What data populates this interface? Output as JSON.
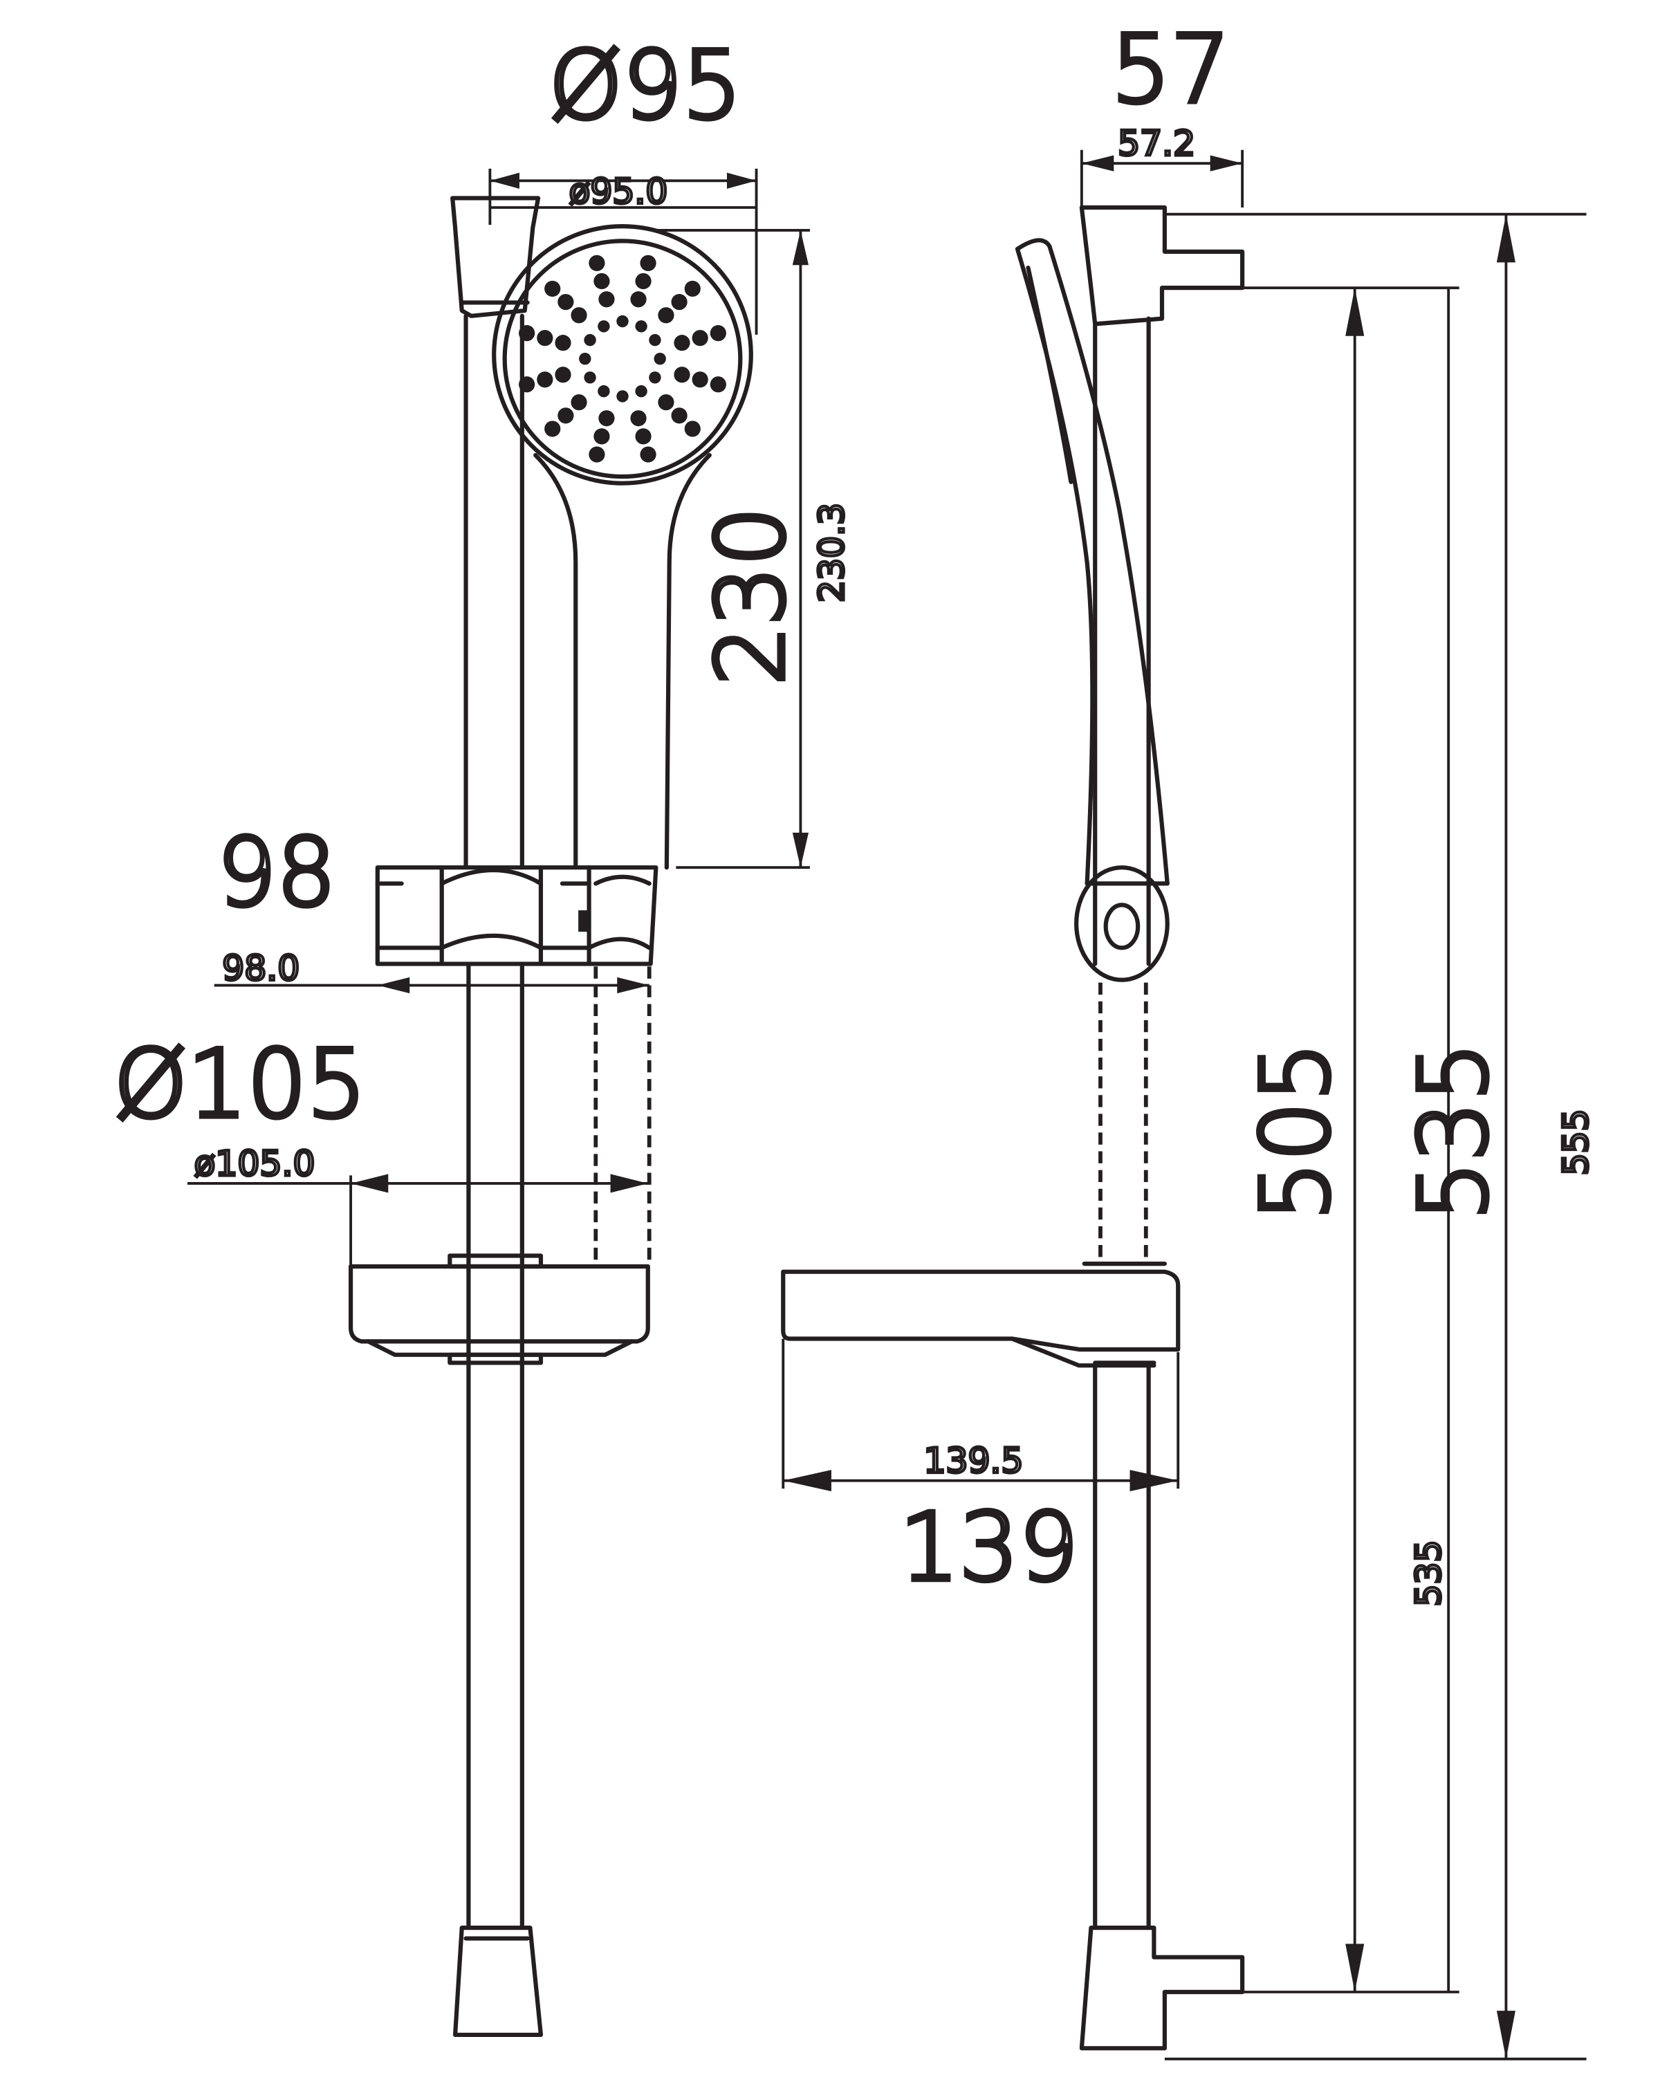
{
  "drawing": {
    "title": "Shower rail set dimensions",
    "front_view": {
      "head_diameter_label": "Ø95",
      "head_diameter_precise": "ø95.0",
      "head_length_label": "230",
      "head_length_precise": "230.3",
      "holder_depth_label": "98",
      "holder_depth_precise": "98.0",
      "dish_diameter_label": "Ø105",
      "dish_diameter_precise": "ø105.0"
    },
    "side_view": {
      "head_depth_label": "57",
      "head_depth_precise": "57.2",
      "dish_depth_label": "139",
      "dish_depth_precise": "139.5",
      "bracket_spacing_label": "505",
      "rail_length_label": "535",
      "rail_length_precise": "535",
      "overall_length_precise": "555"
    },
    "colors": {
      "line": "#231f20",
      "background": "#ffffff"
    }
  }
}
